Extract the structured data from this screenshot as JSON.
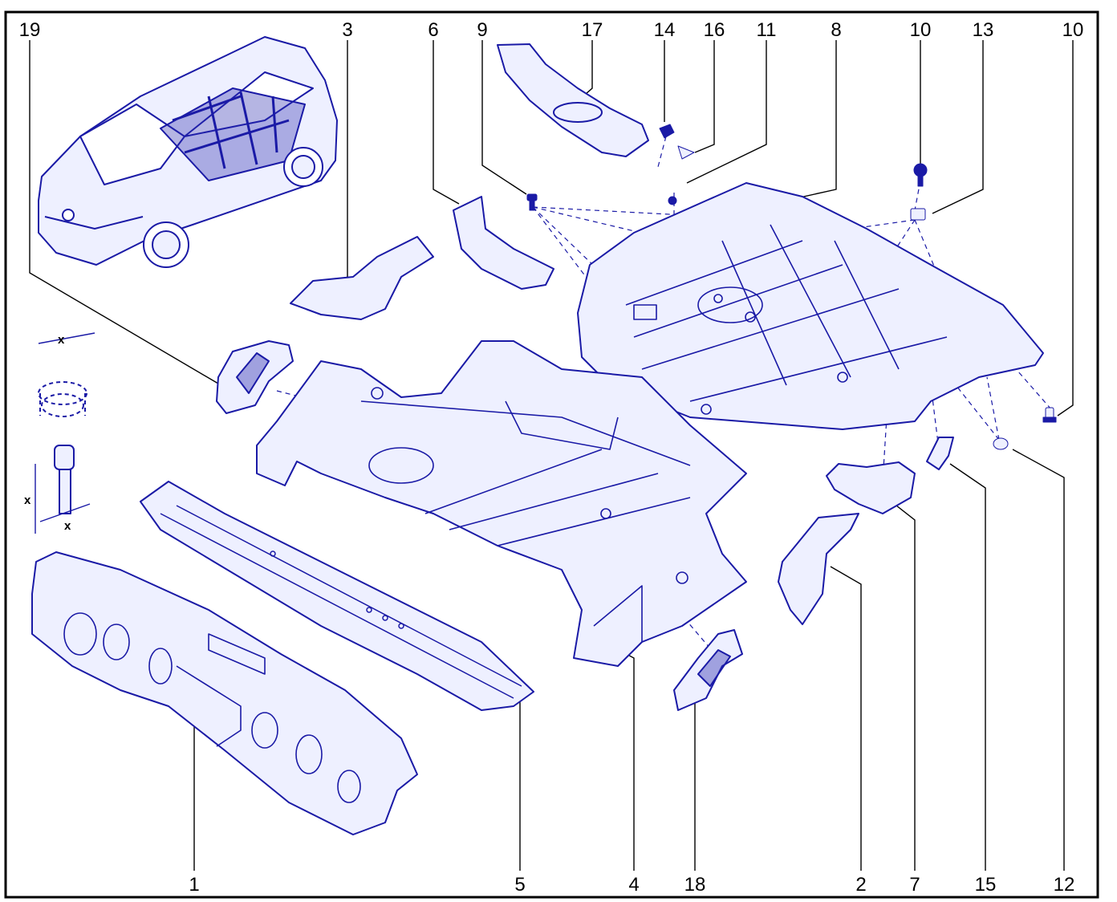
{
  "diagram": {
    "callouts": {
      "top": [
        "19",
        "3",
        "6",
        "9",
        "17",
        "14",
        "16",
        "11",
        "8",
        "10",
        "13",
        "10"
      ],
      "bottom": [
        "1",
        "5",
        "4",
        "18",
        "2",
        "7",
        "15",
        "12"
      ]
    },
    "dimension_marker": "x",
    "colors": {
      "line": "#1a1aa6",
      "fill": "#eef0ff",
      "label": "#000000",
      "border": "#000000"
    }
  }
}
